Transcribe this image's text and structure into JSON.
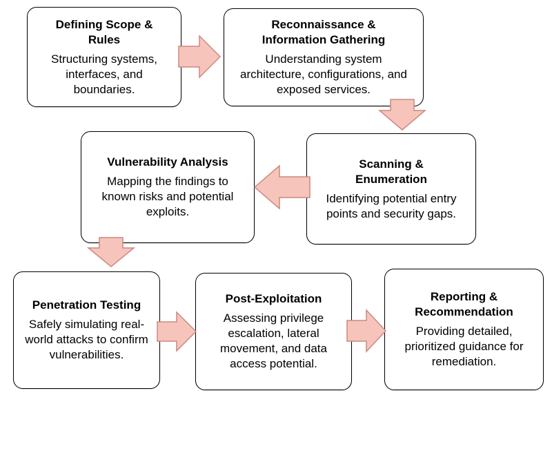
{
  "steps": [
    {
      "title": "Defining Scope & Rules",
      "description": "Structuring systems, interfaces, and boundaries."
    },
    {
      "title": "Reconnaissance & Information Gathering",
      "description": "Understanding system architecture, configurations, and exposed services."
    },
    {
      "title": "Scanning & Enumeration",
      "description": "Identifying potential entry points and security gaps."
    },
    {
      "title": "Vulnerability Analysis",
      "description": "Mapping the findings to known risks and potential exploits."
    },
    {
      "title": "Penetration Testing",
      "description": "Safely simulating real-world attacks to confirm vulnerabilities."
    },
    {
      "title": "Post-Exploitation",
      "description": "Assessing privilege escalation, lateral movement, and data access potential."
    },
    {
      "title": "Reporting & Recommendation",
      "description": "Providing detailed, prioritized guidance for remediation."
    }
  ],
  "colors": {
    "arrow_fill": "#f7c4bb",
    "arrow_stroke": "#c9897f",
    "box_border": "#000000"
  }
}
